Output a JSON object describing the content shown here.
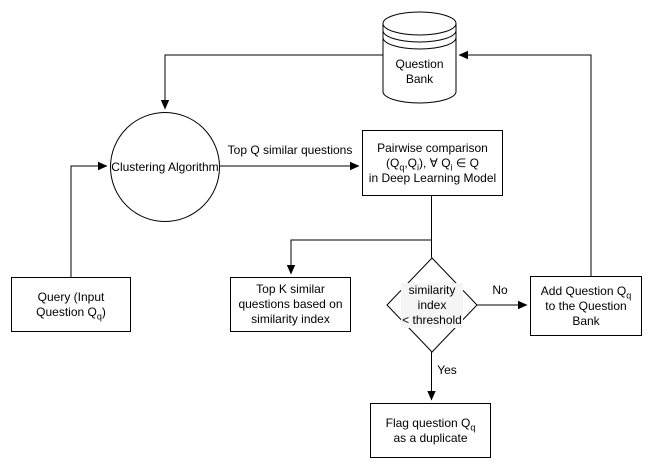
{
  "diagram": {
    "type": "flowchart",
    "background_color": "#ffffff",
    "stroke_color": "#000000",
    "text_color": "#000000",
    "decision_label_background": "#f5f5f5",
    "nodes": {
      "question_bank": {
        "shape": "database-cylinder",
        "label": "Question Bank",
        "label_html": "Question<br>Bank"
      },
      "clustering_algorithm": {
        "shape": "circle",
        "label": "Clustering Algorithm",
        "label_html": "Clustering Algorithm"
      },
      "pairwise_comparison": {
        "shape": "rectangle",
        "label": "Pairwise comparison (Qq,Qi), ∀ Qi ∈ Q in Deep Learning Model",
        "label_html": "Pairwise comparison<br>(Q<sub>q</sub>,Q<sub>i</sub>), ∀ Q<sub>i</sub> ∈ Q<br>in Deep Learning Model"
      },
      "query_input": {
        "shape": "rectangle",
        "label": "Query (Input Question Qq)",
        "label_html": "Query (Input<br>Question Q<sub>q</sub>)"
      },
      "top_k_similar": {
        "shape": "rectangle",
        "label": "Top K similar questions based on similarity index",
        "label_html": "Top K similar<br>questions based on<br>similarity index"
      },
      "similarity_decision": {
        "shape": "diamond",
        "label": "similarity index < threshold",
        "label_html": "similarity<br>index<br>&lt; threshold"
      },
      "add_question": {
        "shape": "rectangle",
        "label": "Add Question Qq to the Question Bank",
        "label_html": "Add Question Q<sub>q</sub><br>to the Question<br>Bank"
      },
      "flag_duplicate": {
        "shape": "rectangle",
        "label": "Flag question Qq as a duplicate",
        "label_html": "Flag question Q<sub>q</sub><br>as a duplicate"
      }
    },
    "edge_labels": {
      "top_q": "Top Q similar questions",
      "no": "No",
      "yes": "Yes"
    },
    "edges": [
      {
        "from": "question_bank",
        "to": "clustering_algorithm",
        "label": ""
      },
      {
        "from": "query_input",
        "to": "clustering_algorithm",
        "label": ""
      },
      {
        "from": "clustering_algorithm",
        "to": "pairwise_comparison",
        "label": "Top Q similar questions"
      },
      {
        "from": "pairwise_comparison",
        "to": "top_k_similar",
        "label": ""
      },
      {
        "from": "pairwise_comparison",
        "to": "similarity_decision",
        "label": ""
      },
      {
        "from": "similarity_decision",
        "to": "add_question",
        "label": "No"
      },
      {
        "from": "similarity_decision",
        "to": "flag_duplicate",
        "label": "Yes"
      },
      {
        "from": "add_question",
        "to": "question_bank",
        "label": ""
      }
    ]
  }
}
